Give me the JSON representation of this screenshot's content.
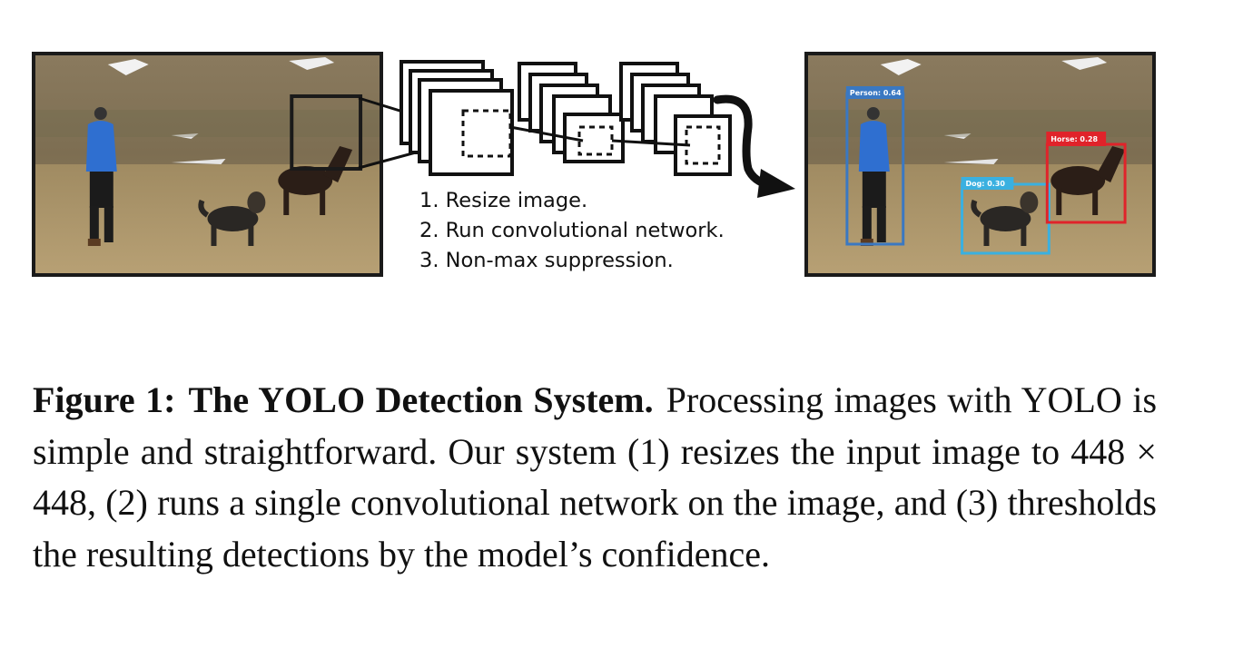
{
  "figure": {
    "steps": [
      "1. Resize image.",
      "2. Run convolutional network.",
      "3. Non-max suppression."
    ],
    "detections": [
      {
        "label": "Person: 0.64",
        "color": "#3a78c2"
      },
      {
        "label": "Dog: 0.30",
        "color": "#3ab0e0"
      },
      {
        "label": "Horse: 0.28",
        "color": "#e0232a"
      }
    ]
  },
  "caption": {
    "label": "Figure 1:",
    "title": "The YOLO Detection System.",
    "body": "Processing images with YOLO is simple and straightforward. Our system (1) resizes the input image to 448 × 448, (2) runs a single convolutional network on the image, and (3) thresholds the resulting detections by the model’s confidence."
  }
}
